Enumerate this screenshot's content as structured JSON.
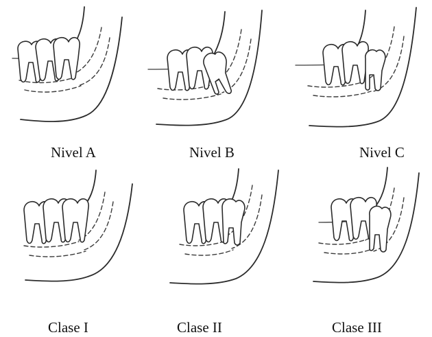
{
  "figure": {
    "panels": [
      {
        "id": "a",
        "label": "Nivel A"
      },
      {
        "id": "b",
        "label": "Nivel B"
      },
      {
        "id": "c",
        "label": "Nivel C"
      },
      {
        "id": "i",
        "label": "Clase I"
      },
      {
        "id": "ii",
        "label": "Clase II"
      },
      {
        "id": "iii",
        "label": "Clase III"
      }
    ]
  }
}
